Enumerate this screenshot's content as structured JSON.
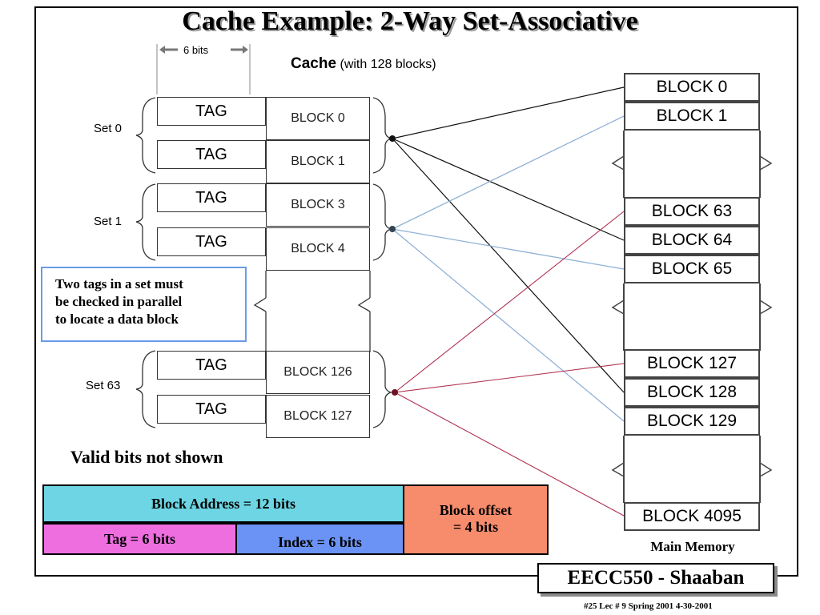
{
  "slide": {
    "title": "Cache Example: 2-Way Set-Associative",
    "footer_title": "EECC550 - Shaaban",
    "footer_ref": "#25   Lec # 9   Spring 2001   4-30-2001"
  },
  "cache": {
    "title": "Cache",
    "subtitle": "(with 128 blocks)",
    "tag_width_label": "6 bits",
    "tag_label": "TAG",
    "sets": [
      {
        "label": "Set 0",
        "blocks": [
          "BLOCK 0",
          "BLOCK 1"
        ]
      },
      {
        "label": "Set 1",
        "blocks": [
          "BLOCK 3",
          "BLOCK 4"
        ]
      },
      {
        "label": "Set 63",
        "blocks": [
          "BLOCK 126",
          "BLOCK 127"
        ]
      }
    ]
  },
  "memory": {
    "title": "Main Memory",
    "blocks": [
      "BLOCK 0",
      "BLOCK 1",
      "BLOCK 63",
      "BLOCK 64",
      "BLOCK 65",
      "BLOCK 127",
      "BLOCK 128",
      "BLOCK 129",
      "BLOCK 4095"
    ]
  },
  "notes": {
    "parallel": [
      "Two tags in a set must",
      "be checked in parallel",
      "to locate a data block"
    ],
    "valid_bits": "Valid bits not shown"
  },
  "address": {
    "block_address": "Block Address  = 12 bits",
    "tag": "Tag  =  6 bits",
    "index": "Index  =  6 bits",
    "offset_line1": "Block offset",
    "offset_line2": "=  4 bits"
  },
  "colors": {
    "block_address": "#6dd5e3",
    "tag": "#ee6ee0",
    "index": "#6a93f5",
    "offset": "#f78c6c",
    "set0_lines": "#000000",
    "set1_lines": "#8fb1d6",
    "set63_lines": "#b03050",
    "note_border": "#6b9be6"
  }
}
